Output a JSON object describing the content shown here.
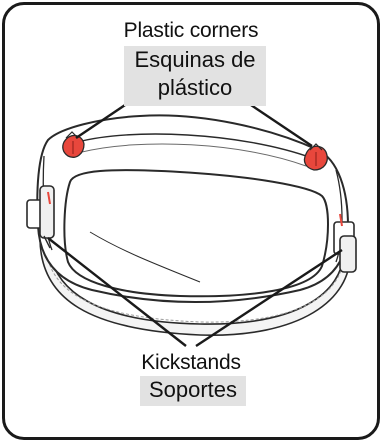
{
  "labels": {
    "top_en": "Plastic corners",
    "top_es_line1": "Esquinas de",
    "top_es_line2": "plástico",
    "bottom_en": "Kickstands",
    "bottom_es": "Soportes"
  },
  "colors": {
    "frame": "#1a1a1a",
    "label_bg": "#e2e2e2",
    "accent_corner": "#e8473c",
    "outline": "#2a2a2a"
  }
}
